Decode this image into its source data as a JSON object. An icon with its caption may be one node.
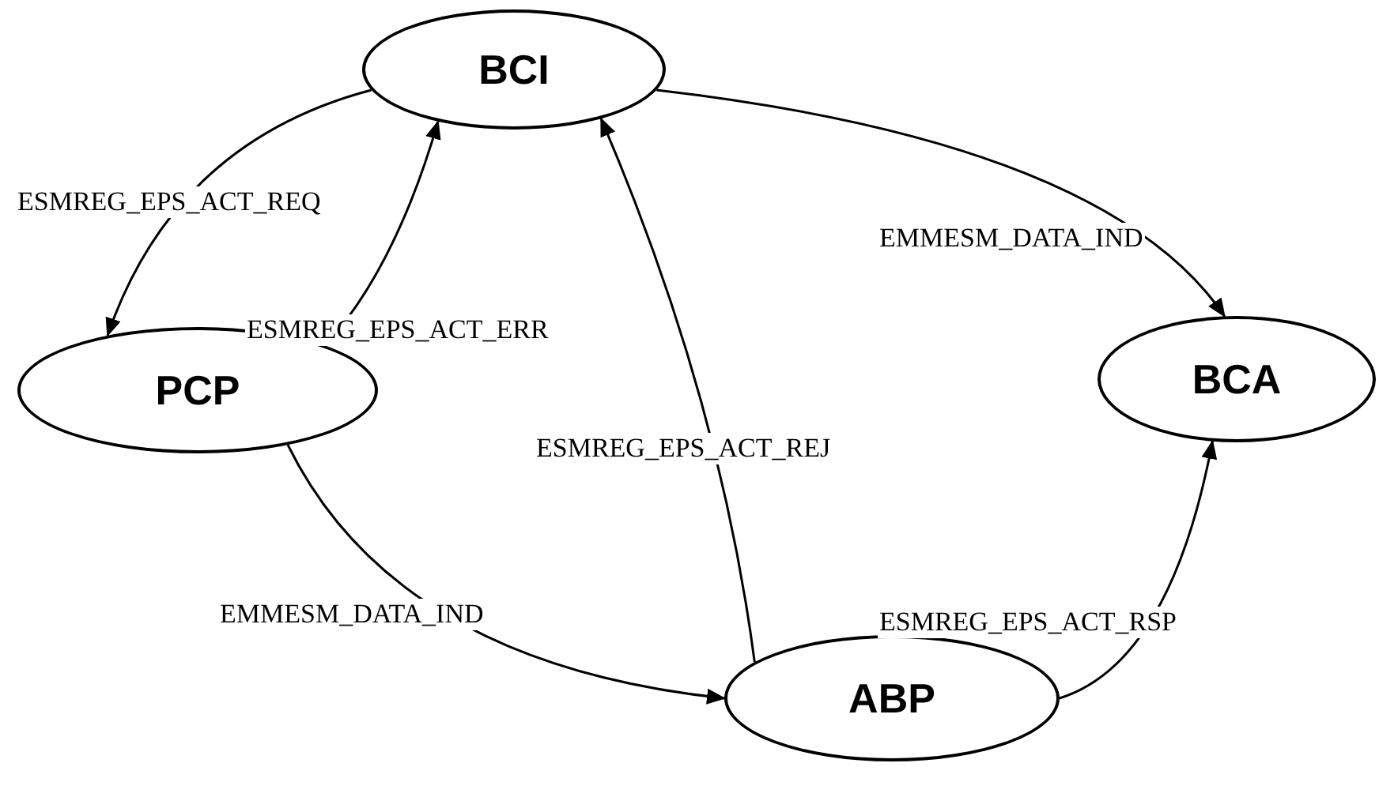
{
  "diagram": {
    "nodes": [
      {
        "text": [
          "BCI"
        ]
      },
      {
        "text": [
          "PCP"
        ]
      },
      {
        "text": [
          "BCA"
        ]
      },
      {
        "text": [
          "ABP"
        ]
      }
    ],
    "edges": [
      {
        "from": 0,
        "to": 1,
        "arrow": "to",
        "label": "ESMREG_EPS_ACT_REQ"
      },
      {
        "from": 1,
        "to": 0,
        "arrow": "to",
        "label": "ESMREG_EPS_ACT_ERR"
      },
      {
        "from": 0,
        "to": 2,
        "arrow": "to",
        "label": "EMMESM_DATA_IND"
      },
      {
        "from": 3,
        "to": 0,
        "arrow": "to",
        "label": "ESMREG_EPS_ACT_REJ"
      },
      {
        "from": 1,
        "to": 3,
        "arrow": "to",
        "label": "EMMESM_DATA_IND"
      },
      {
        "from": 3,
        "to": 2,
        "arrow": "to",
        "label": "ESMREG_EPS_ACT_RSP"
      }
    ]
  }
}
